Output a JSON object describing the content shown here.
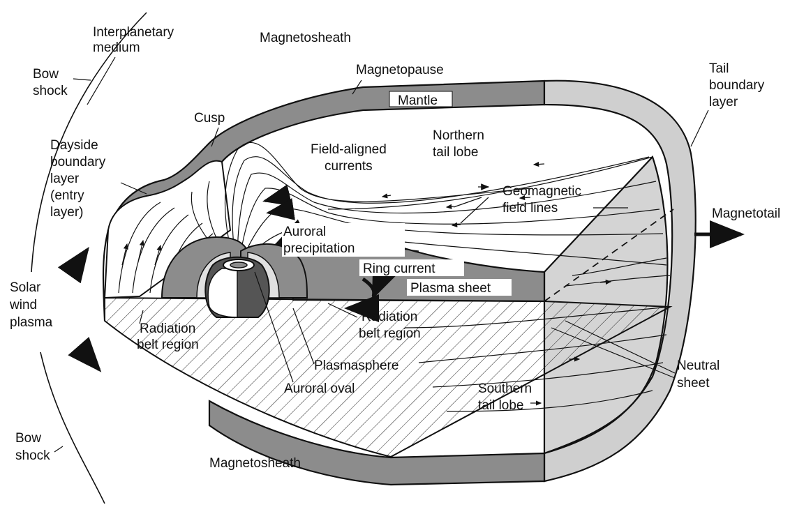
{
  "labels": {
    "interplanetary_medium": [
      "Interplanetary",
      "medium"
    ],
    "magnetosheath_top": "Magnetosheath",
    "bow_shock_top": [
      "Bow",
      "shock"
    ],
    "magnetopause": "Magnetopause",
    "tail_boundary_layer": [
      "Tail",
      "boundary",
      "layer"
    ],
    "mantle": "Mantle",
    "cusp": "Cusp",
    "northern_tail_lobe": [
      "Northern",
      "tail lobe"
    ],
    "dayside_boundary_layer": [
      "Dayside",
      "boundary",
      "layer",
      "(entry",
      "layer)"
    ],
    "field_aligned_currents": [
      "Field-aligned",
      "currents"
    ],
    "geomagnetic_field_lines": [
      "Geomagnetic",
      "field lines"
    ],
    "magnetotail": "Magnetotail",
    "auroral_precipitation": [
      "Auroral",
      "precipitation"
    ],
    "ring_current": "Ring current",
    "plasma_sheet": "Plasma sheet",
    "solar_wind_plasma": [
      "Solar",
      "wind",
      "plasma"
    ],
    "radiation_belt_left": [
      "Radiation",
      "belt region"
    ],
    "radiation_belt_right": [
      "Radiation",
      "belt region"
    ],
    "plasmasphere": "Plasmasphere",
    "neutral_sheet": [
      "Neutral",
      "sheet"
    ],
    "auroral_oval": "Auroral oval",
    "southern_tail_lobe": [
      "Southern",
      "tail lobe"
    ],
    "bow_shock_bottom": [
      "Bow",
      "shock"
    ],
    "magnetosheath_bottom": "Magnetosheath"
  },
  "colors": {
    "boundary_gray": "#8c8c8c",
    "light_gray": "#cfcfcf",
    "dark_gray": "#555555",
    "line": "#111111",
    "background": "#ffffff"
  }
}
